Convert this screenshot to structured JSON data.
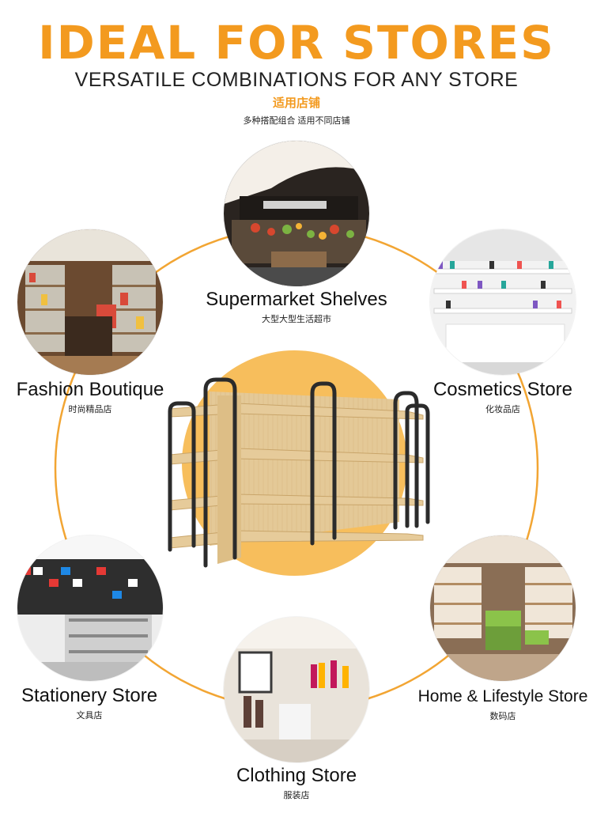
{
  "header": {
    "title": "IDEAL FOR STORES",
    "subtitle": "VERSATILE COMBINATIONS FOR ANY STORE",
    "cn_title": "适用店铺",
    "cn_subtitle": "多种搭配组合 适用不同店铺"
  },
  "colors": {
    "accent": "#F39A1F",
    "center_disc": "#F7BE5C",
    "ring": "#F2A533"
  },
  "stores": [
    {
      "name": "Supermarket Shelves",
      "cn": "大型大型生活超市",
      "icon": "supermarket-photo"
    },
    {
      "name": "Fashion Boutique",
      "cn": "时尚精品店",
      "icon": "fashion-boutique-photo"
    },
    {
      "name": "Cosmetics Store",
      "cn": "化妆品店",
      "icon": "cosmetics-store-photo"
    },
    {
      "name": "Stationery Store",
      "cn": "文具店",
      "icon": "stationery-store-photo"
    },
    {
      "name": "Home & Lifestyle Store",
      "cn": "数码店",
      "icon": "home-lifestyle-photo"
    },
    {
      "name": "Clothing Store",
      "cn": "服装店",
      "icon": "clothing-store-photo"
    }
  ],
  "product": {
    "icon": "wooden-shelf-unit-image"
  }
}
